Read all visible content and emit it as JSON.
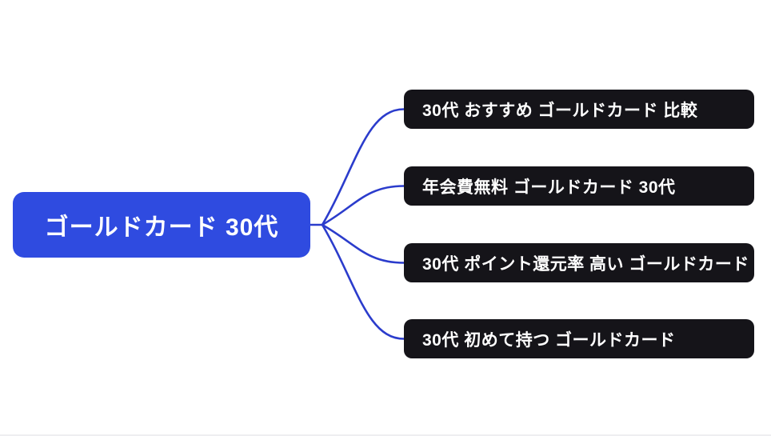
{
  "mindmap": {
    "root": {
      "label": "ゴールドカード 30代"
    },
    "children": [
      {
        "label": "30代 おすすめ ゴールドカード 比較"
      },
      {
        "label": "年会費無料 ゴールドカード 30代"
      },
      {
        "label": "30代 ポイント還元率 高い ゴールドカード"
      },
      {
        "label": "30代 初めて持つ ゴールドカード"
      }
    ],
    "colors": {
      "root_fill": "#2F4BE0",
      "child_fill": "#151419",
      "connector": "#2B3CCC",
      "text": "#FFFFFF",
      "background": "#FFFFFF"
    }
  }
}
